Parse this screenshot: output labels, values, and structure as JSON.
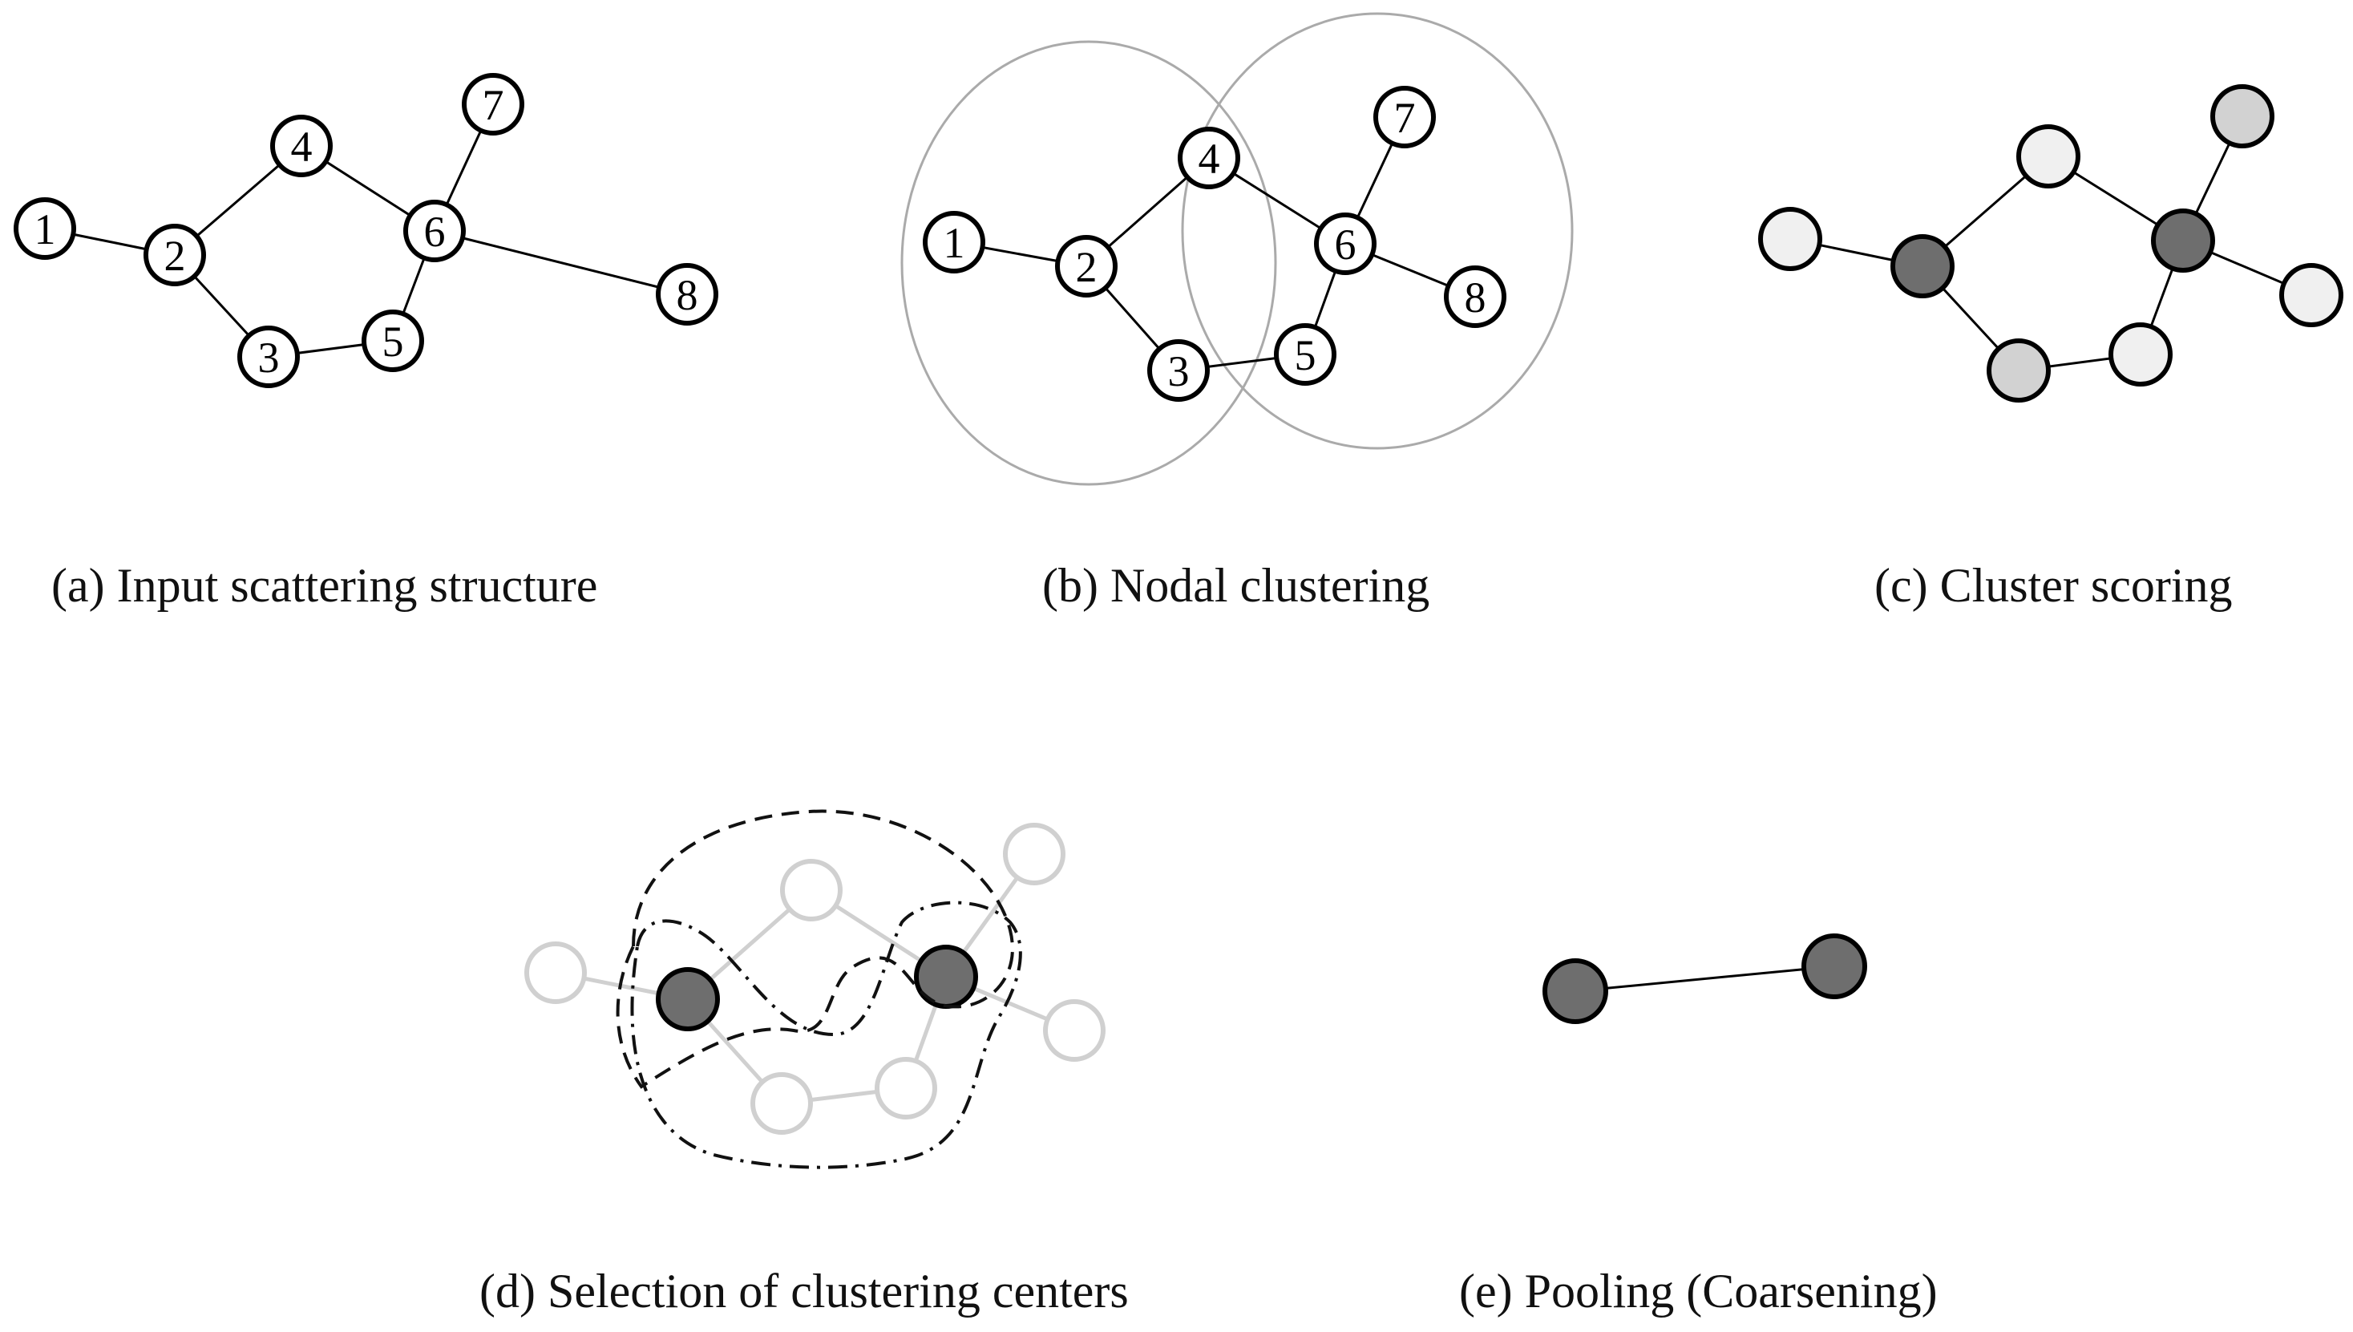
{
  "captions": {
    "a": "(a) Input scattering structure",
    "b": "(b) Nodal clustering",
    "c": "(c) Cluster scoring",
    "d": "(d) Selection of clustering centers",
    "e": "(e) Pooling (Coarsening)"
  },
  "node_labels": [
    "1",
    "2",
    "3",
    "4",
    "5",
    "6",
    "7",
    "8"
  ],
  "edges": [
    [
      1,
      2
    ],
    [
      2,
      4
    ],
    [
      2,
      3
    ],
    [
      3,
      5
    ],
    [
      4,
      6
    ],
    [
      5,
      6
    ],
    [
      6,
      7
    ],
    [
      6,
      8
    ]
  ],
  "pooled_edges": [
    [
      2,
      6
    ]
  ],
  "colors": {
    "node_fill": "#ffffff",
    "node_stroke": "#000000",
    "cluster_circle": "#aaaaaa",
    "score_high": "#6e6e6e",
    "score_mid": "#d2d2d2",
    "score_low": "#f0f0f0",
    "faded": "#d0d0d0",
    "center_fill": "#6e6e6e"
  },
  "cluster_scores": {
    "1": "low",
    "2": "high",
    "3": "mid",
    "4": "low",
    "5": "low",
    "6": "high",
    "7": "mid",
    "8": "low"
  },
  "cluster_centers": [
    2,
    6
  ]
}
